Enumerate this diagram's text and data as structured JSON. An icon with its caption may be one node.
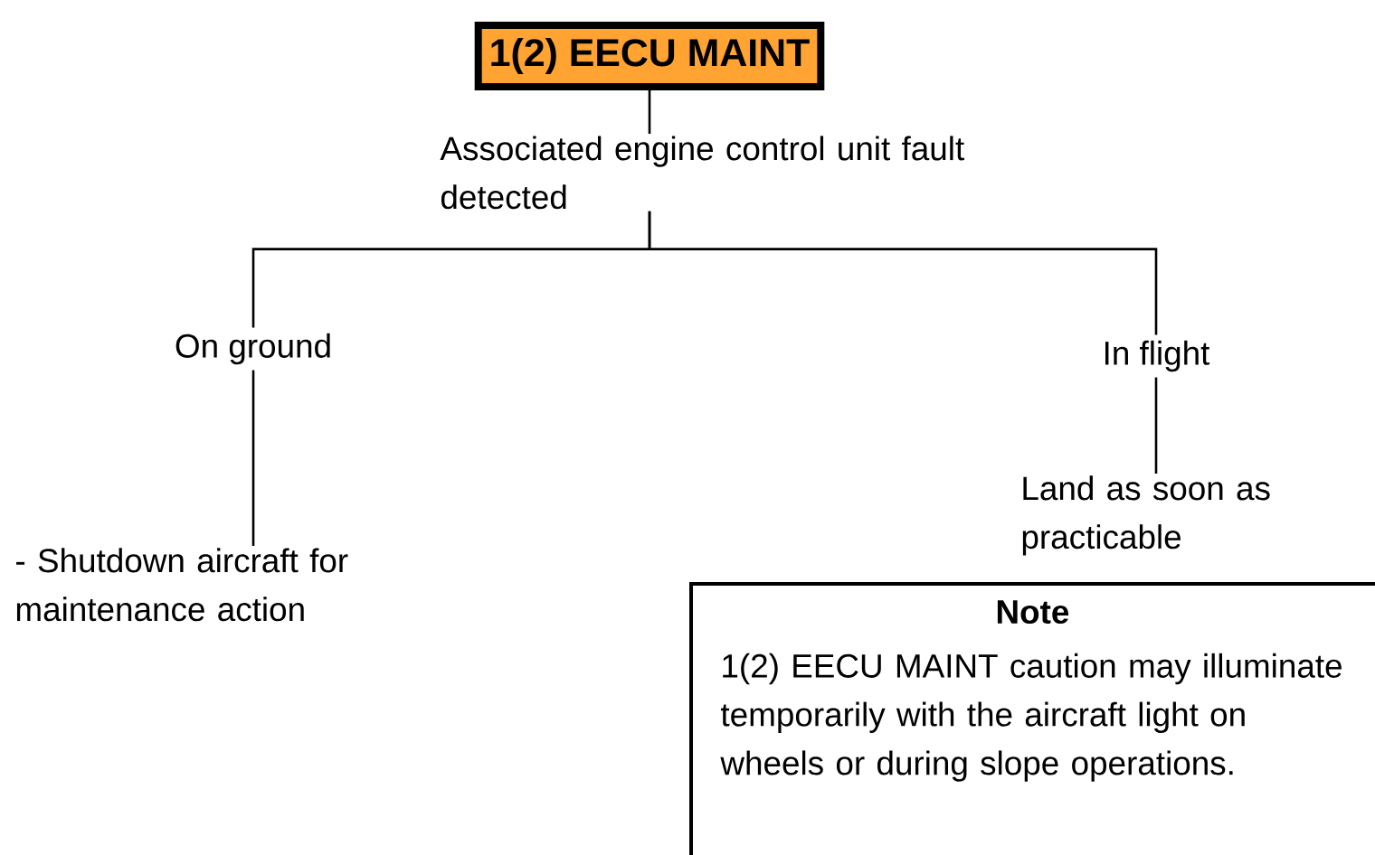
{
  "diagram": {
    "nodes": [
      {
        "text": [
          "1(2) EECU MAINT"
        ]
      },
      {
        "text": [
          "Associated engine control unit fault detected"
        ]
      },
      {
        "text": [
          "On ground"
        ]
      },
      {
        "text": [
          "In flight"
        ]
      },
      {
        "text": [
          "- Shutdown aircraft for maintenance action"
        ]
      },
      {
        "text": [
          "Land as soon as practicable"
        ]
      },
      {
        "text": [
          "Note",
          "1(2) EECU MAINT caution may illuminate temporarily with the aircraft light on wheels or during slope operations."
        ]
      }
    ],
    "edges": [
      {
        "from": 0,
        "to": 1,
        "arrow": "none"
      },
      {
        "from": 1,
        "to": 2,
        "arrow": "none"
      },
      {
        "from": 1,
        "to": 3,
        "arrow": "none"
      },
      {
        "from": 2,
        "to": 4,
        "arrow": "none"
      },
      {
        "from": 3,
        "to": 5,
        "arrow": "none"
      }
    ]
  }
}
